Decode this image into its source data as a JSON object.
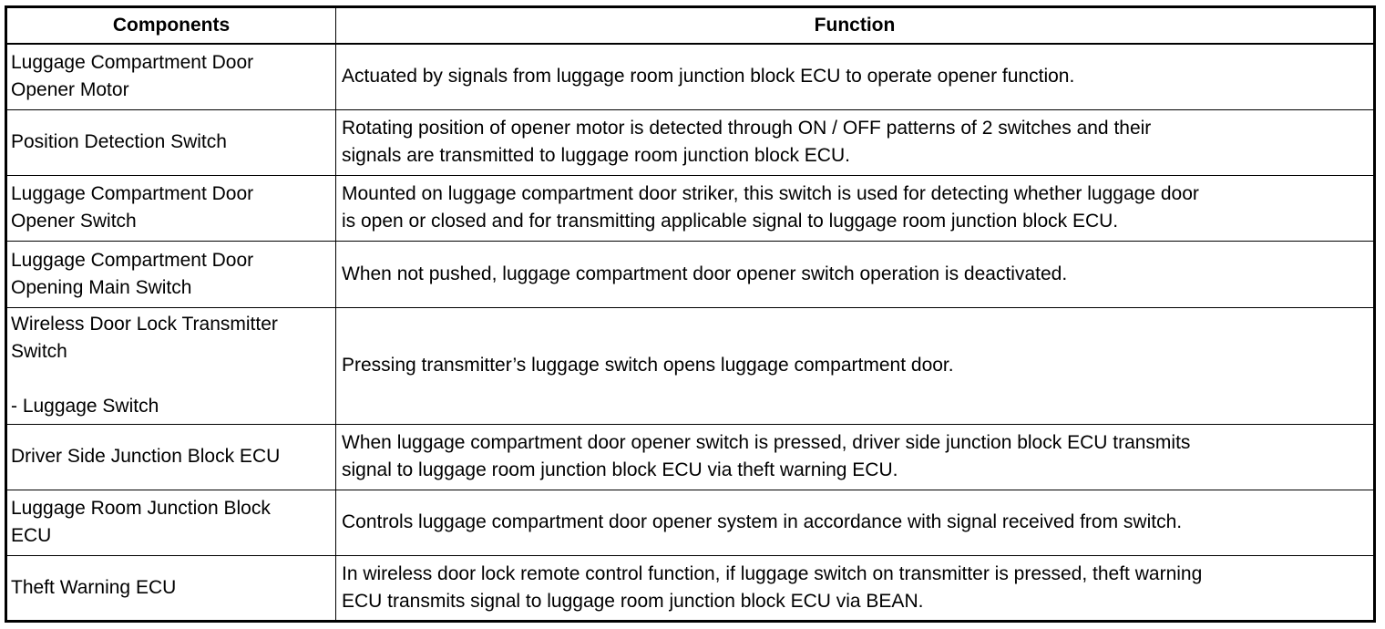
{
  "table": {
    "headers": {
      "components": "Components",
      "function": "Function"
    },
    "rows": [
      {
        "component": "Luggage Compartment Door\nOpener Motor",
        "function": "Actuated by signals from luggage room junction block ECU to operate opener function."
      },
      {
        "component": "Position Detection Switch",
        "function": "Rotating position of opener motor is detected through ON / OFF patterns of 2 switches and their\nsignals are transmitted to luggage room junction block ECU."
      },
      {
        "component": "Luggage Compartment Door\nOpener Switch",
        "function": "Mounted on luggage compartment door striker, this switch is used for detecting whether luggage door\nis open or closed and for transmitting applicable signal to luggage room junction block ECU."
      },
      {
        "component": "Luggage Compartment Door\nOpening Main Switch",
        "function": "When not pushed, luggage compartment door opener switch operation is deactivated."
      },
      {
        "component": "Wireless Door Lock Transmitter\nSwitch\n\n- Luggage Switch",
        "function": "Pressing transmitter’s luggage switch opens luggage compartment door."
      },
      {
        "component": "Driver Side Junction Block ECU",
        "function": "When luggage compartment door opener switch is pressed, driver side junction block ECU transmits\nsignal to luggage room junction block ECU via theft warning ECU."
      },
      {
        "component": "Luggage Room Junction Block\nECU",
        "function": "Controls luggage compartment door opener system in accordance with signal received from switch."
      },
      {
        "component": "Theft Warning ECU",
        "function": "In wireless door lock remote control function, if luggage switch on transmitter is pressed, theft warning\nECU transmits signal to luggage room junction block ECU via BEAN."
      }
    ]
  }
}
